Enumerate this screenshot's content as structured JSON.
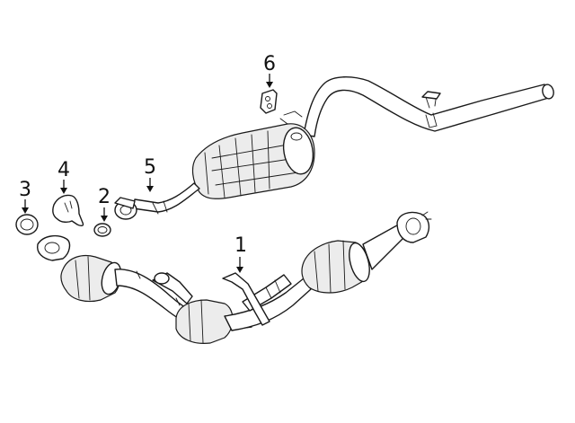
{
  "diagram": {
    "callouts": [
      {
        "number": "1"
      },
      {
        "number": "2"
      },
      {
        "number": "3"
      },
      {
        "number": "4"
      },
      {
        "number": "5"
      },
      {
        "number": "6"
      }
    ]
  },
  "colors": {
    "line": "#1a1a1a",
    "fill": "#ffffff",
    "shade": "#ececec",
    "background": "#ffffff"
  }
}
